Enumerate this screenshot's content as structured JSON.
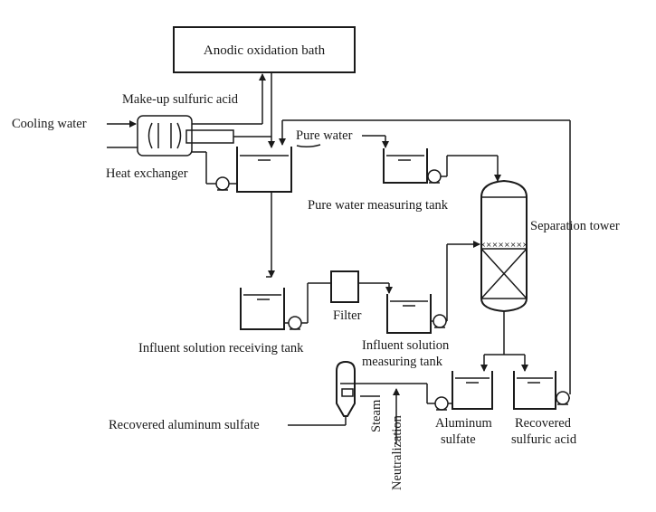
{
  "labels": {
    "anodic_bath": "Anodic oxidation bath",
    "makeup_acid": "Make-up sulfuric acid",
    "cooling_water": "Cooling water",
    "heat_exchanger": "Heat exchanger",
    "pure_water": "Pure water",
    "pure_water_tank": "Pure water measuring tank",
    "separation_tower": "Separation tower",
    "filter": "Filter",
    "influent_receiving_tank": "Influent solution receiving tank",
    "influent_measuring_line1": "Influent solution",
    "influent_measuring_line2": "measuring tank",
    "recovered_al_sulfate": "Recovered aluminum sulfate",
    "steam": "Steam",
    "neutralization": "Neutralization",
    "aluminum_line1": "Aluminum",
    "aluminum_line2": "sulfate",
    "recovered_acid_line1": "Recovered",
    "recovered_acid_line2": "sulfuric acid"
  }
}
